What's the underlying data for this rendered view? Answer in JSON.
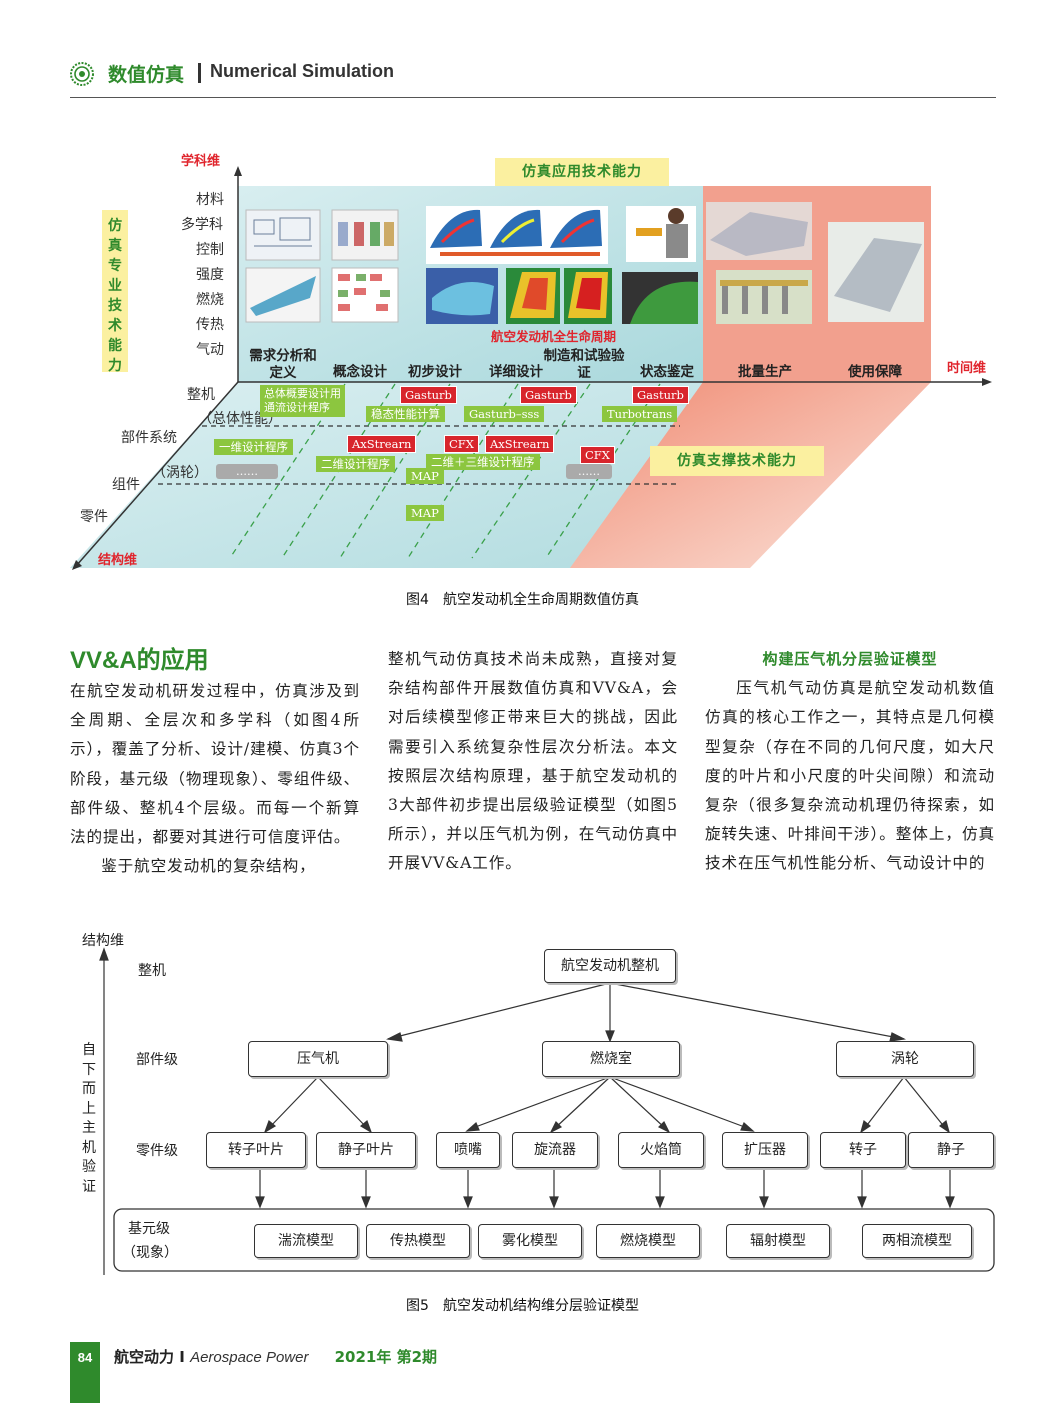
{
  "header": {
    "section_cn": "数值仿真",
    "section_en": "Numerical Simulation"
  },
  "figure4": {
    "axis_discipline": "学科维",
    "axis_time": "时间维",
    "axis_structure": "结构维",
    "sim_prof_capability": "仿真专业技术能力",
    "sim_app_capability": "仿真应用技术能力",
    "sim_support_capability": "仿真支撑技术能力",
    "lifecycle_label": "航空发动机全生命周期",
    "disciplines": [
      "材料",
      "多学科",
      "控制",
      "强度",
      "燃烧",
      "传热",
      "气动"
    ],
    "stages": [
      "需求分析和定义",
      "概念设计",
      "初步设计",
      "详细设计",
      "制造和试验验证",
      "状态鉴定",
      "批量生产",
      "使用保障"
    ],
    "structure_levels": {
      "engine": "整机",
      "engine_perf": "（总体性能）",
      "component_system": "部件系统",
      "turbine": "（涡轮）",
      "assembly": "组件",
      "part": "零件"
    },
    "tools_green": [
      "总体概要设计用",
      "通流设计程序",
      "稳态性能计算",
      "Gasturb–sss",
      "Turbotrans",
      "一维设计程序",
      "二维设计程序",
      "二维＋三维设计程序",
      "MAP",
      "MAP"
    ],
    "tools_red": [
      "Gasturb",
      "Gasturb",
      "Gasturb",
      "AxStrearn",
      "CFX",
      "AxStrearn",
      "CFX"
    ],
    "ellipsis": "……",
    "caption": "图4　航空发动机全生命周期数值仿真"
  },
  "article": {
    "heading": "VV&A的应用",
    "p1": "在航空发动机研发过程中，仿真涉及到全周期、全层次和多学科（如图4所示），覆盖了分析、设计/建模、仿真3个阶段，基元级（物理现象）、零组件级、部件级、整机4个层级。而每一个新算法的提出，都要对其进行可信度评估。",
    "p2": "鉴于航空发动机的复杂结构，",
    "p3": "整机气动仿真技术尚未成熟，直接对复杂结构部件开展数值仿真和VV&A，会对后续模型修正带来巨大的挑战，因此需要引入系统复杂性层次分析法。本文按照层次结构原理，基于航空发动机的3大部件初步提出层级验证模型（如图5所示），并以压气机为例，在气动仿真中开展VV&A工作。",
    "subheading": "构建压气机分层验证模型",
    "p4": "压气机气动仿真是航空发动机数值仿真的核心工作之一，其特点是几何模型复杂（存在不同的几何尺度，如大尺度的叶片和小尺度的叶尖间隙）和流动复杂（很多复杂流动机理仍待探索，如旋转失速、叶排间干涉）。整体上，仿真技术在压气机性能分析、气动设计中的"
  },
  "figure5": {
    "axis": "结构维",
    "vertical_label": "自下而上主机验证",
    "levels": {
      "engine": "整机",
      "component": "部件级",
      "part": "零件级",
      "base": "基元级",
      "base_note": "（现象）"
    },
    "top": "航空发动机整机",
    "components": [
      "压气机",
      "燃烧室",
      "涡轮"
    ],
    "parts": [
      "转子叶片",
      "静子叶片",
      "喷嘴",
      "旋流器",
      "火焰筒",
      "扩压器",
      "转子",
      "静子"
    ],
    "models": [
      "湍流模型",
      "传热模型",
      "雾化模型",
      "燃烧模型",
      "辐射模型",
      "两相流模型"
    ],
    "caption": "图5　航空发动机结构维分层验证模型"
  },
  "footer": {
    "page": "84",
    "journal_cn": "航空动力",
    "journal_en": "Aerospace Power",
    "issue": "2021年 第2期"
  }
}
